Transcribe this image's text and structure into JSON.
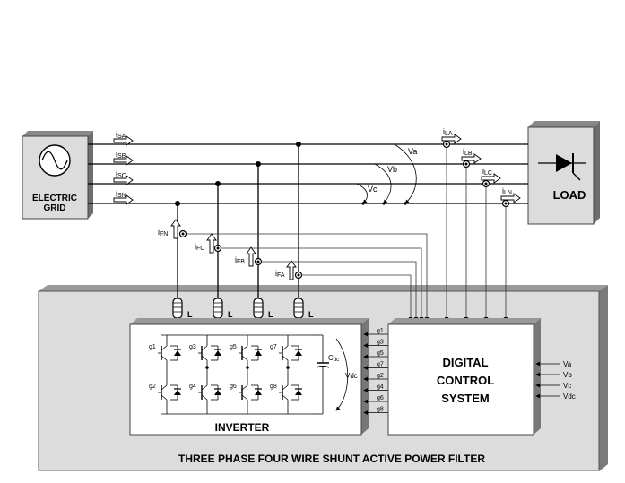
{
  "grid": {
    "line1": "ELECTRIC",
    "line2": "GRID"
  },
  "load": {
    "label": "LOAD"
  },
  "source_currents": [
    "i",
    "i",
    "i",
    "i"
  ],
  "source_current_subs": [
    "SA",
    "SB",
    "SC",
    "SN"
  ],
  "load_currents": [
    "i",
    "i",
    "i",
    "i"
  ],
  "load_current_subs": [
    "LA",
    "LB",
    "LC",
    "LN"
  ],
  "filter_currents": [
    "i",
    "i",
    "i",
    "i"
  ],
  "filter_current_subs": [
    "FN",
    "FC",
    "FB",
    "FA"
  ],
  "voltages": [
    "Va",
    "Vb",
    "Vc"
  ],
  "inductor_label": "L",
  "inverter": {
    "label": "INVERTER",
    "cap_label": "C",
    "cap_sub": "dc",
    "vdc_label": "Vdc"
  },
  "gate_labels": [
    "g1",
    "g3",
    "g5",
    "g7",
    "g2",
    "g4",
    "g6",
    "g8"
  ],
  "control": {
    "line1": "DIGITAL",
    "line2": "CONTROL",
    "line3": "SYSTEM"
  },
  "control_inputs": [
    "Va",
    "Vb",
    "Vc",
    "Vdc"
  ],
  "filter_title": "THREE PHASE FOUR WIRE SHUNT ACTIVE POWER FILTER"
}
